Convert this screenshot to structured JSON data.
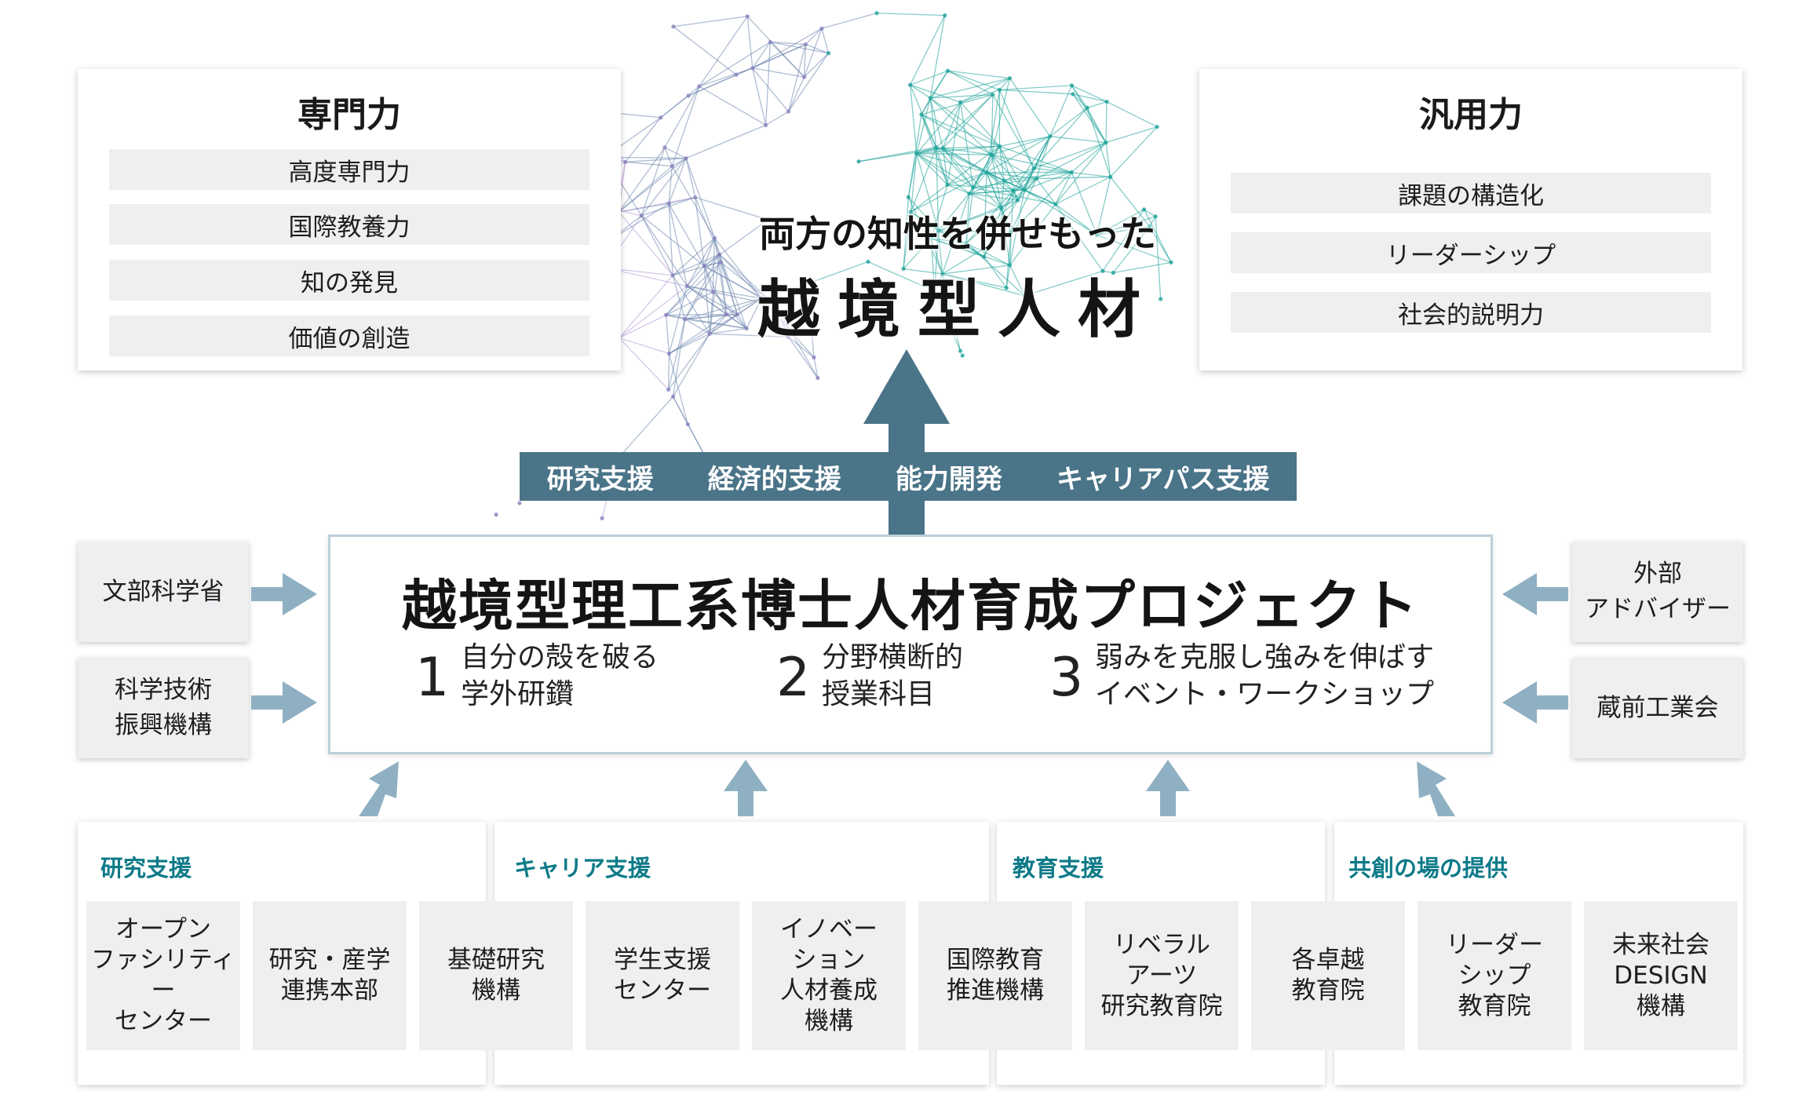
{
  "goal": {
    "subtitle": "両方の知性を併せもった",
    "title": "越境型人材"
  },
  "specialized": {
    "title": "専門力",
    "items": [
      "高度専門力",
      "国際教養力",
      "知の発見",
      "価値の創造"
    ]
  },
  "general": {
    "title": "汎用力",
    "items": [
      "課題の構造化",
      "リーダーシップ",
      "社会的説明力"
    ]
  },
  "supports": [
    "研究支援",
    "経済的支援",
    "能力開発",
    "キャリアパス支援"
  ],
  "project": {
    "title": "越境型理工系博士人材育成プロジェクト",
    "items": [
      {
        "num": "1",
        "line1": "自分の殻を破る",
        "line2": "学外研鑽"
      },
      {
        "num": "2",
        "line1": "分野横断的",
        "line2": "授業科目"
      },
      {
        "num": "3",
        "line1": "弱みを克服し強みを伸ばす",
        "line2": "イベント・ワークショップ"
      }
    ]
  },
  "left_inputs": [
    "文部科学省",
    "科学技術\n振興機構"
  ],
  "right_inputs": [
    "外部\nアドバイザー",
    "蔵前工業会"
  ],
  "sections": [
    {
      "label": "研究支援",
      "units": [
        "オープン\nファシリティー\nセンター",
        "研究・産学\n連携本部"
      ]
    },
    {
      "label": "キャリア支援",
      "units": [
        "基礎研究\n機構",
        "学生支援\nセンター",
        "イノベー\nション\n人材養成\n機構"
      ]
    },
    {
      "label": "教育支援",
      "units": [
        "国際教育\n推進機構",
        "リベラル\nアーツ\n研究教育院",
        "各卓越\n教育院"
      ]
    },
    {
      "label": "共創の場の提供",
      "units": [
        "リーダー\nシップ\n教育院",
        "未来社会\nDESIGN\n機構"
      ]
    }
  ],
  "colors": {
    "support_bar": "#4a7488",
    "arrow": "#8fb0c2",
    "section_label": "#0e7a88",
    "network_teal": "#1fa39a",
    "network_purple": "#b79ad6"
  }
}
